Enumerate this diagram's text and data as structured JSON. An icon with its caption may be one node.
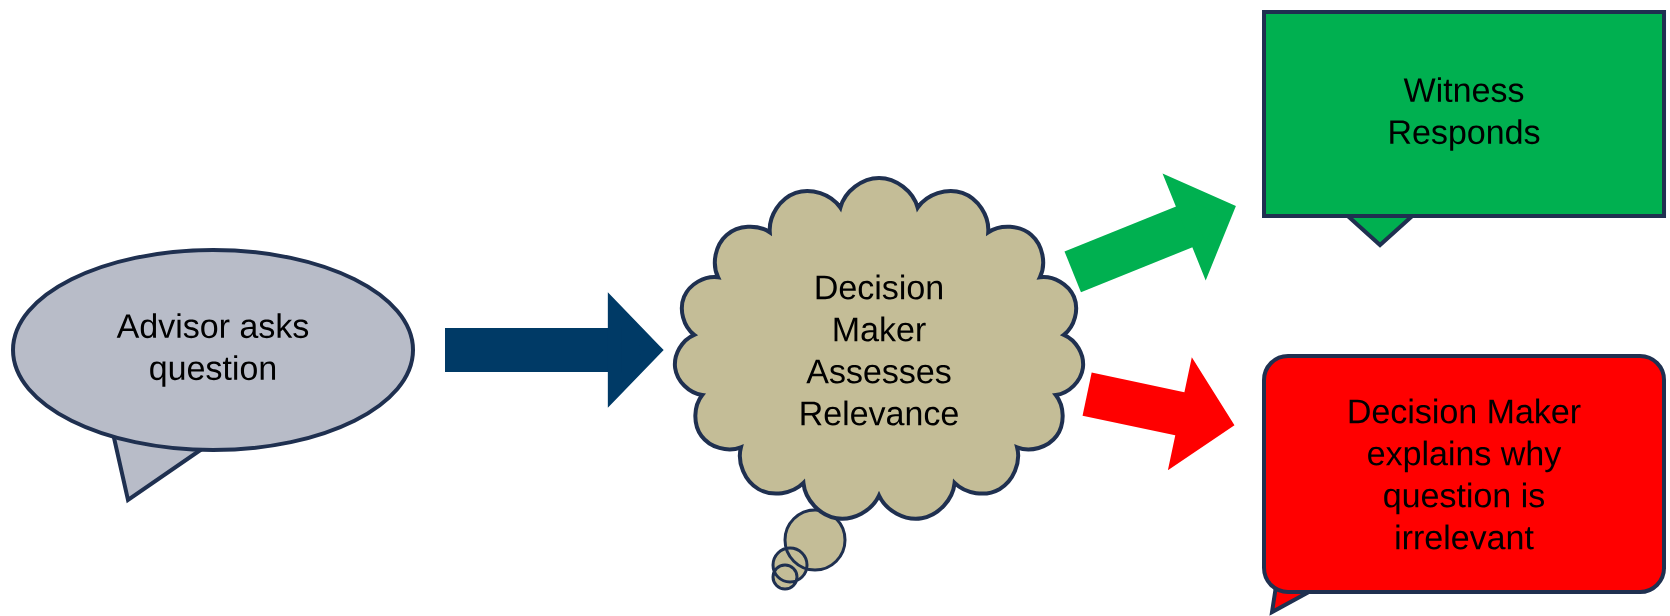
{
  "diagram": {
    "nodes": [
      {
        "text": [
          "Advisor asks question"
        ]
      },
      {
        "text": [
          "Decision Maker Assesses Relevance"
        ]
      },
      {
        "text": [
          "Witness Responds"
        ]
      },
      {
        "text": [
          "Decision Maker explains why question is irrelevant"
        ]
      }
    ],
    "edges": [
      {
        "from": 0,
        "to": 1,
        "arrow": "to",
        "color": "#003a66"
      },
      {
        "from": 1,
        "to": 2,
        "arrow": "to",
        "color": "#00b050"
      },
      {
        "from": 1,
        "to": 3,
        "arrow": "to",
        "color": "#ff0000"
      }
    ]
  }
}
